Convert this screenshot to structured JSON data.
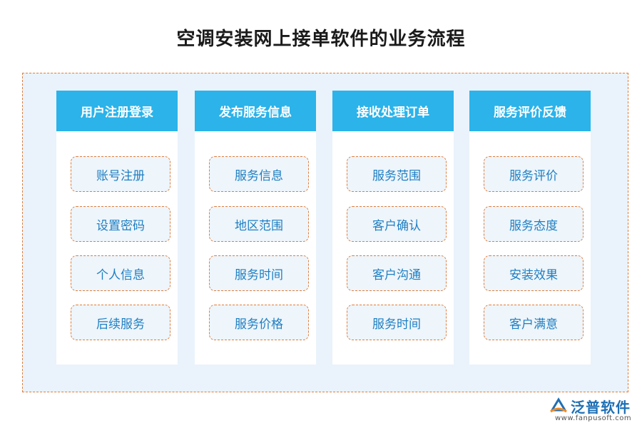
{
  "title": "空调安装网上接单软件的业务流程",
  "columns": [
    {
      "header": "用户注册登录",
      "items": [
        "账号注册",
        "设置密码",
        "个人信息",
        "后续服务"
      ]
    },
    {
      "header": "发布服务信息",
      "items": [
        "服务信息",
        "地区范围",
        "服务时间",
        "服务价格"
      ]
    },
    {
      "header": "接收处理订单",
      "items": [
        "服务范围",
        "客户确认",
        "客户沟通",
        "服务时间"
      ]
    },
    {
      "header": "服务评价反馈",
      "items": [
        "服务评价",
        "服务态度",
        "安装效果",
        "客户满意"
      ]
    }
  ],
  "logo": {
    "name": "泛普软件",
    "url": "www.fanpusoft.com"
  },
  "colors": {
    "header_bg": "#2bb3ea",
    "item_text": "#1e7fc2",
    "dash_border": "#e07d3c",
    "panel_bg": "#eaf3fb"
  }
}
